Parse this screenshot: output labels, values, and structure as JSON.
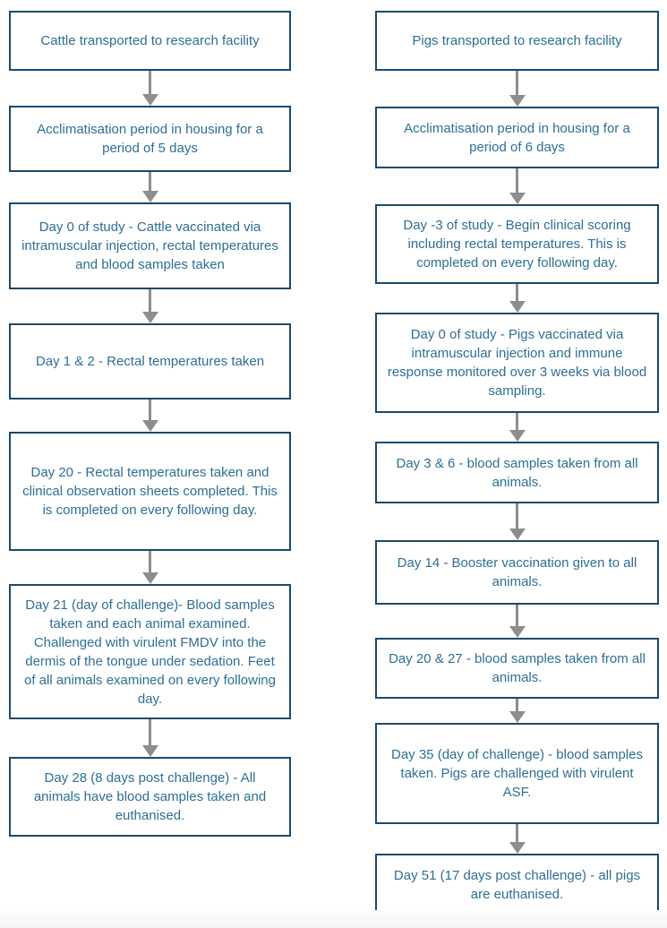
{
  "theme": {
    "box_border_color": "#1a4a6e",
    "text_color": "#2d6f94",
    "arrow_color": "#8d8d8d",
    "background_color": "#ffffff"
  },
  "flowchart": {
    "cattle_column": {
      "title": "cattle-study-timeline",
      "steps": [
        {
          "text": "Cattle transported to research facility"
        },
        {
          "text": "Acclimatisation period in housing for a period of 5 days"
        },
        {
          "text": "Day 0 of study -  Cattle vaccinated via intramuscular injection, rectal temperatures and blood samples taken"
        },
        {
          "text": "Day 1 & 2 - Rectal temperatures taken"
        },
        {
          "text": "Day 20 - Rectal temperatures taken and clinical observation sheets completed. This is completed on every following day."
        },
        {
          "text": "Day 21 (day of challenge)- Blood samples taken and each animal examined. Challenged with virulent FMDV into the dermis of the tongue under sedation. Feet of all animals examined on every following day."
        },
        {
          "text": "Day 28 (8 days post challenge) - All animals have blood samples taken and euthanised."
        }
      ]
    },
    "pig_column": {
      "title": "pig-study-timeline",
      "steps": [
        {
          "text": "Pigs transported to research facility"
        },
        {
          "text": "Acclimatisation period in housing for a period of 6 days"
        },
        {
          "text": "Day -3 of study - Begin clinical scoring including rectal temperatures. This is completed on every following day."
        },
        {
          "text": "Day 0 of study - Pigs vaccinated via intramuscular injection and immune response monitored over 3 weeks via blood sampling."
        },
        {
          "text": "Day 3 & 6 - blood samples taken from all animals."
        },
        {
          "text": "Day 14 - Booster vaccination given to all animals."
        },
        {
          "text": "Day 20 & 27 - blood samples taken from all animals."
        },
        {
          "text": "Day 35 (day of challenge) - blood samples taken. Pigs are challenged with virulent ASF."
        },
        {
          "text": "Day 51 (17 days post challenge) - all pigs are euthanised."
        }
      ]
    }
  }
}
